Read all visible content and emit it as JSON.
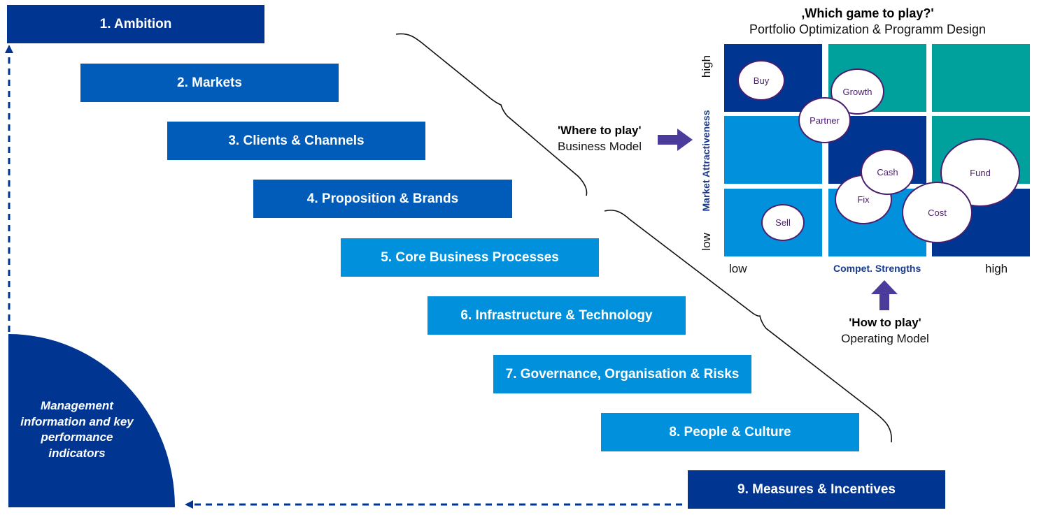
{
  "steps": [
    {
      "label": "1. Ambition"
    },
    {
      "label": "2. Markets"
    },
    {
      "label": "3. Clients & Channels"
    },
    {
      "label": "4. Proposition & Brands"
    },
    {
      "label": "5. Core Business Processes"
    },
    {
      "label": "6. Infrastructure & Technology"
    },
    {
      "label": "7. Governance, Organisation & Risks"
    },
    {
      "label": "8. People & Culture"
    },
    {
      "label": "9. Measures & Incentives"
    }
  ],
  "mi_kpi": {
    "text": "Management information and key performance indicators"
  },
  "where": {
    "title": "'Where to play'",
    "subtitle": "Business Model"
  },
  "how": {
    "title": "'How to play'",
    "subtitle": "Operating Model"
  },
  "matrix": {
    "title": ",Which game to play?'",
    "subtitle": "Portfolio Optimization & Programm Design",
    "y_axis_label": "Market Attractiveness",
    "y_high": "high",
    "y_low": "low",
    "x_axis_label": "Compet. Strengths",
    "x_low": "low",
    "x_high": "high",
    "colors": {
      "dark": "#003591",
      "light": "#0090dc",
      "teal": "#00a19d",
      "arrow": "#4b3c9b",
      "bubble_border": "#4a1f6e"
    },
    "cells": [
      [
        "dark",
        "teal",
        "teal"
      ],
      [
        "light",
        "dark",
        "teal"
      ],
      [
        "light",
        "light",
        "dark"
      ]
    ],
    "bubbles": [
      {
        "label": "Buy"
      },
      {
        "label": "Growth"
      },
      {
        "label": "Partner"
      },
      {
        "label": "Cash"
      },
      {
        "label": "Fund"
      },
      {
        "label": "Fix"
      },
      {
        "label": "Cost"
      },
      {
        "label": "Sell"
      }
    ]
  }
}
